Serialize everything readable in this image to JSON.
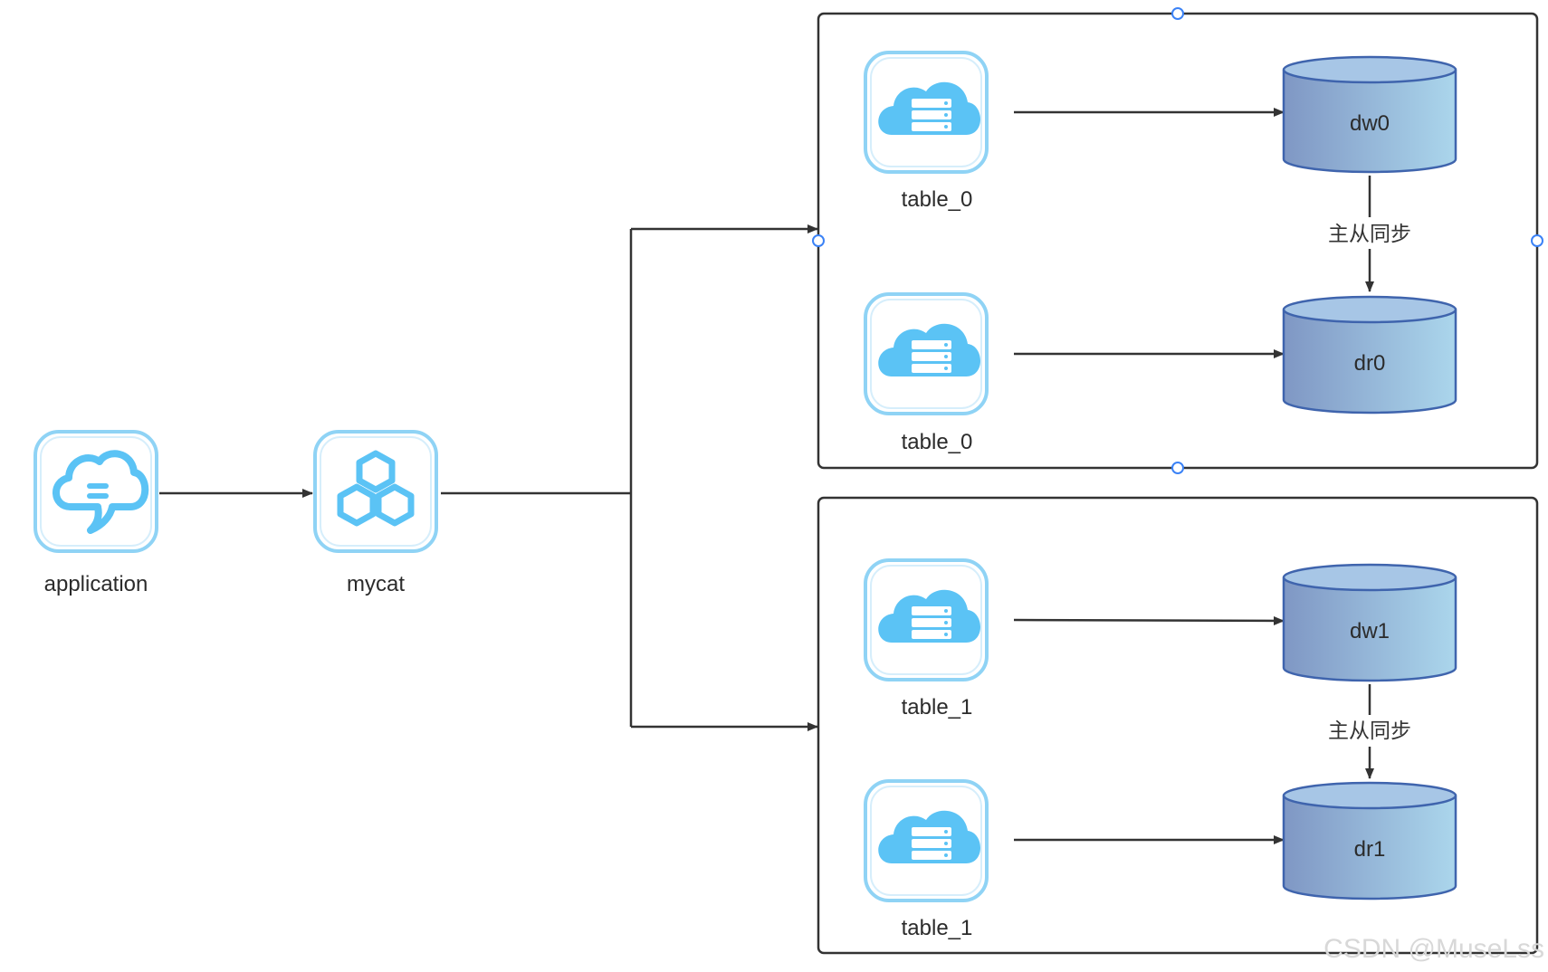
{
  "nodes": {
    "application": {
      "label": "application",
      "icon": "chat-cloud-icon"
    },
    "mycat": {
      "label": "mycat",
      "icon": "hexagon-cluster-icon"
    }
  },
  "groups": [
    {
      "tables": [
        {
          "label": "table_0",
          "icon": "cloud-server-icon"
        },
        {
          "label": "table_0",
          "icon": "cloud-server-icon"
        }
      ],
      "databases": [
        {
          "label": "dw0"
        },
        {
          "label": "dr0"
        }
      ],
      "sync_label": "主从同步"
    },
    {
      "tables": [
        {
          "label": "table_1",
          "icon": "cloud-server-icon"
        },
        {
          "label": "table_1",
          "icon": "cloud-server-icon"
        }
      ],
      "databases": [
        {
          "label": "dw1"
        },
        {
          "label": "dr1"
        }
      ],
      "sync_label": "主从同步"
    }
  ],
  "watermark": "CSDN @MuseLss",
  "colors": {
    "icon_blue": "#5bc3f5",
    "icon_border": "#7fd0f5",
    "db_dark": "#7f97c4",
    "db_light": "#a9d3ea",
    "db_stroke": "#3f64ad",
    "line": "#333333"
  }
}
